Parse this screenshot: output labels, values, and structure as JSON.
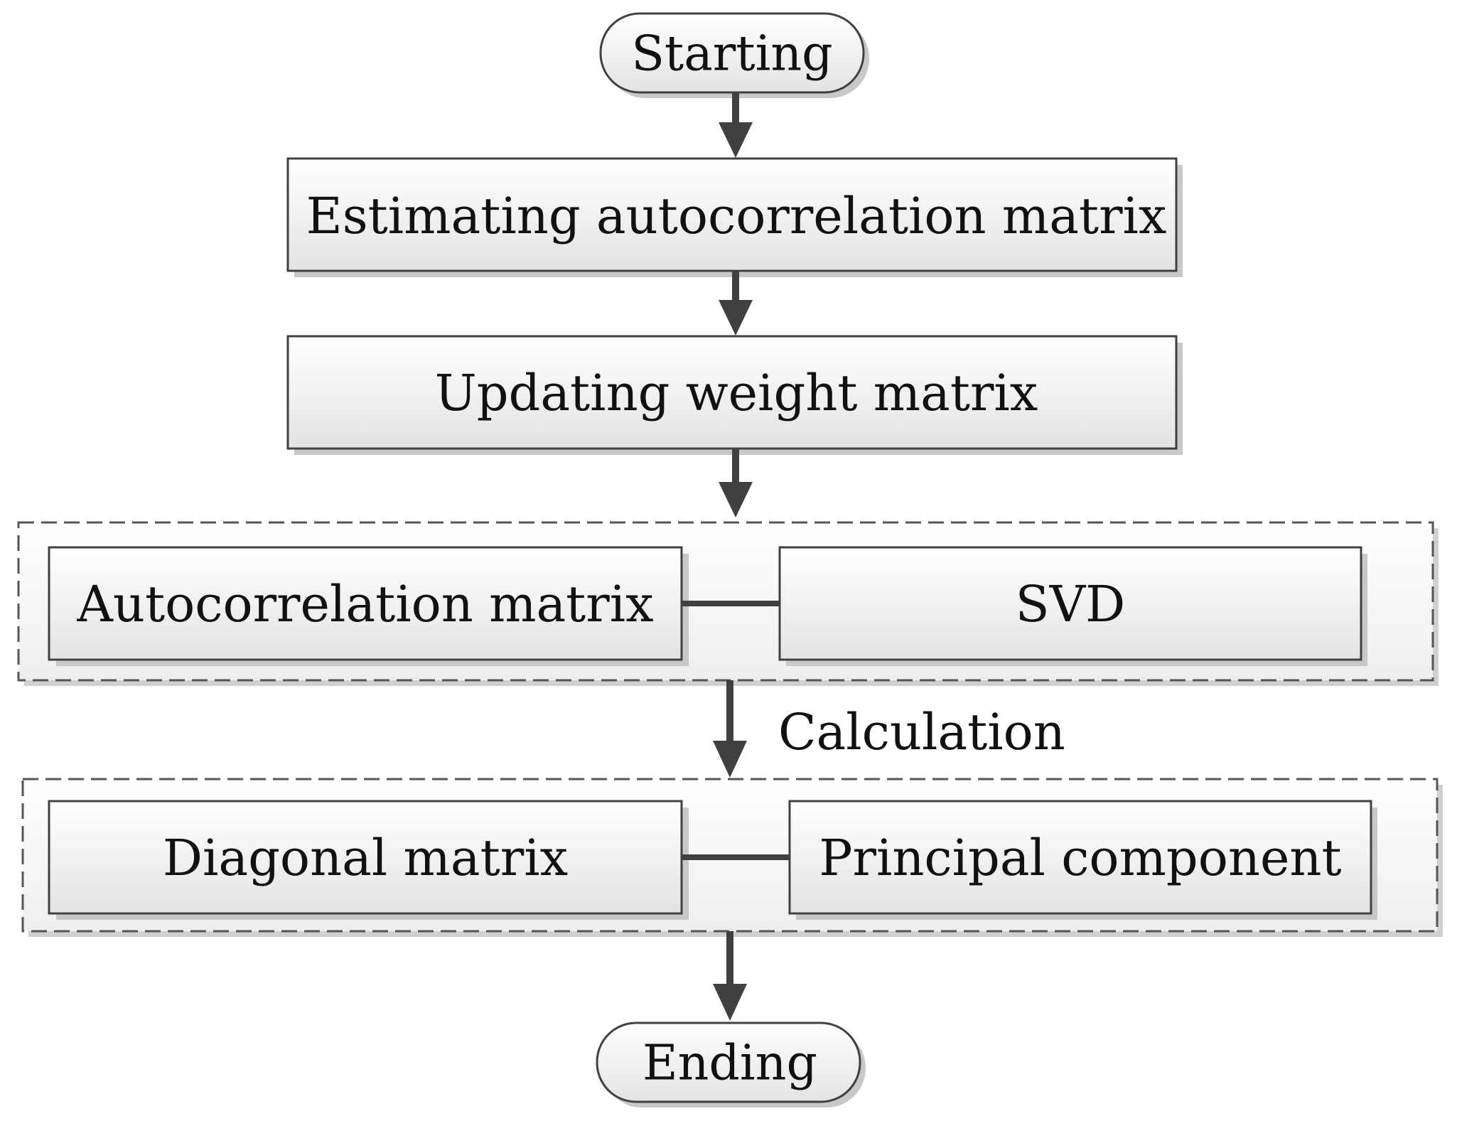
{
  "flowchart": {
    "start": "Starting",
    "step_estimate": "Estimating autocorrelation matrix",
    "step_update": "Updating weight matrix",
    "group_top": {
      "left": "Autocorrelation matrix",
      "right": "SVD"
    },
    "calculation_label": "Calculation",
    "group_bottom": {
      "left": "Diagonal matrix",
      "right": "Principal component"
    },
    "end": "Ending"
  },
  "colors": {
    "arrow": "#404040",
    "box_border": "#404040",
    "box_fill_top": "#ffffff",
    "box_fill_bottom": "#e3e3e3",
    "shadow": "#c8c8c8",
    "dashed_border": "#555555"
  }
}
